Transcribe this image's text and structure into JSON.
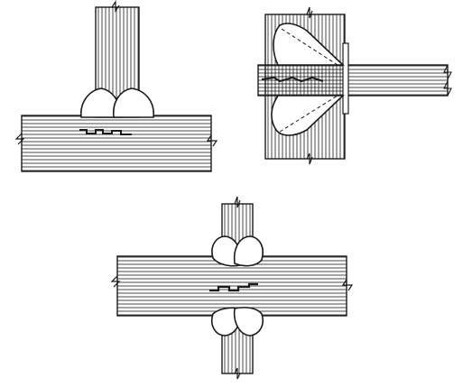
{
  "figure": {
    "description_visible_text": [],
    "colors": {
      "ink": "#1a1a1a",
      "paper": "#ffffff"
    },
    "panels": [
      {
        "name": "tee-joint-double-fillet",
        "welds": 2,
        "lamellar_crack": true
      },
      {
        "name": "corner-joint-bevel-welds",
        "welds": 2,
        "lamellar_crack": true
      },
      {
        "name": "cruciform-joint-fillet-welds",
        "welds": 4,
        "lamellar_crack": true
      }
    ]
  }
}
